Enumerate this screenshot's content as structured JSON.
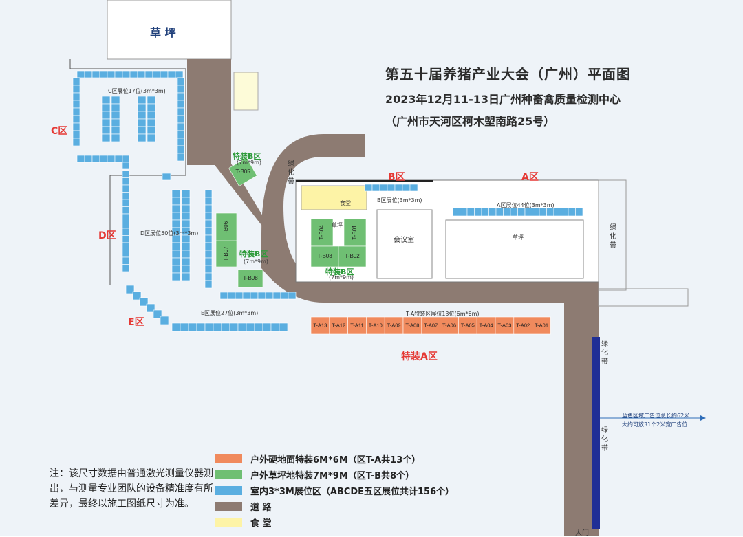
{
  "title": {
    "line1": "第五十届养猪产业大会（广州）平面图",
    "line2": "2023年12月11-13日广州种畜禽质量检测中心",
    "line3": "（广州市天河区柯木塱南路25号）"
  },
  "areas": {
    "grass_top": "草 坪",
    "zone_c": "C区",
    "zone_d": "D区",
    "zone_e": "E区",
    "zone_b": "B区",
    "zone_a": "A区",
    "special_b_top": "特装B区",
    "special_b_top_size": "(7m*9m)",
    "special_b_left": "特装B区",
    "special_b_left_size": "(7m*9m)",
    "special_b_mid": "特装B区",
    "special_b_mid_size": "(7m*9m)",
    "special_a": "特装A区",
    "green_belt_1": "绿化带",
    "green_belt_2": "绿化带",
    "green_belt_3": "绿化带",
    "green_belt_4": "绿化带",
    "meeting_room": "会议室",
    "canteen": "食堂",
    "lawn_a": "草坪",
    "lawn_b": "草坪",
    "gate": "大门",
    "c_booths": "C区展位17位(3m*3m)",
    "d_booths": "D区展位50位(3m*3m)",
    "e_booths": "E区展位27位(3m*3m)",
    "b_booths": "B区展位(3m*3m)",
    "a_booths": "A区展位44位(3m*3m)",
    "ta_booths": "T-A特装区展位13位(6m*6m)"
  },
  "special_a_booths": [
    "T-A13",
    "T-A12",
    "T-A11",
    "T-A10",
    "T-A09",
    "T-A08",
    "T-A07",
    "T-A06",
    "T-A05",
    "T-A04",
    "T-A03",
    "T-A02",
    "T-A01"
  ],
  "special_b_booths": [
    "T-B05",
    "T-B06",
    "T-B07",
    "T-B08",
    "T-B04",
    "T-B01",
    "T-B03",
    "T-B02"
  ],
  "ad_note": {
    "line1": "蓝色区域广告位总长约62米",
    "line2": "大约可放31个2米宽广告位"
  },
  "note": "注：该尺寸数据由普通激光测量仪器测出，与测量专业团队的设备精准度有所差异，最终以施工图纸尺寸为准。",
  "legend": [
    {
      "color": "#f08a5d",
      "label": "户外硬地面特装6M*6M（区T-A共13个）"
    },
    {
      "color": "#6fbf73",
      "label": "户外草坪地特装7M*9M（区T-B共8个）"
    },
    {
      "color": "#5aaee0",
      "label": "室内3*3M展位区（ABCDE五区展位共计156个）"
    },
    {
      "color": "#8d7b72",
      "label": "道  路"
    },
    {
      "color": "#fdf3a6",
      "label": "食  堂"
    }
  ],
  "colors": {
    "road": "#8d7b72",
    "booth_blue": "#5aaee0",
    "booth_green": "#6fbf73",
    "booth_orange": "#f08a5d",
    "canteen": "#fdf3a6",
    "ad_strip": "#1f2f96",
    "label_red": "#e53935",
    "label_green": "#2e9b3b"
  }
}
